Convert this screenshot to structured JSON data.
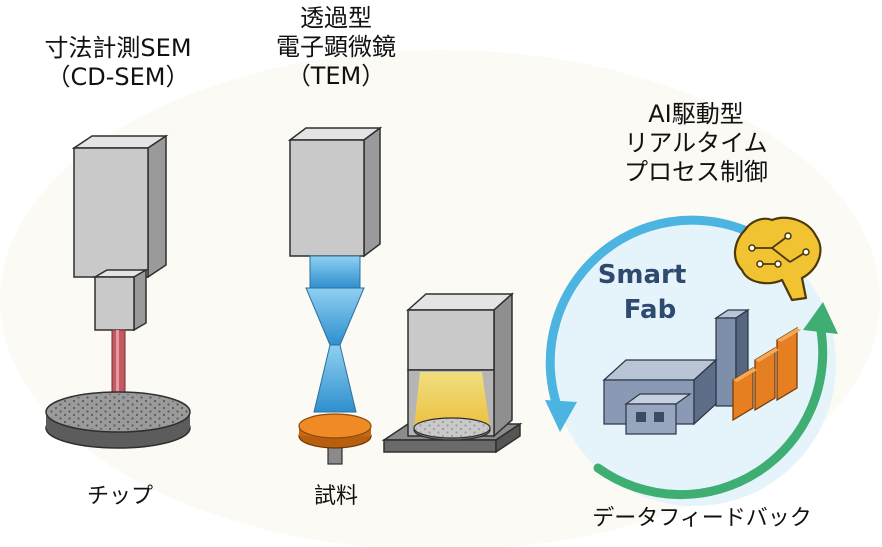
{
  "labels": {
    "cdsem_title_line1": "寸法計測SEM",
    "cdsem_title_line2": "（CD-SEM）",
    "tem_title_line1": "透過型",
    "tem_title_line2": "電子顕微鏡",
    "tem_title_line3": "（TEM）",
    "ai_title_line1": "AI駆動型",
    "ai_title_line2": "リアルタイム",
    "ai_title_line3": "プロセス制御",
    "chip_caption": "チップ",
    "sample_caption": "試料",
    "feedback_caption": "データフィードバック",
    "smart_fab_line1": "Smart",
    "smart_fab_line2": "Fab"
  },
  "icons": {
    "cdsem": "electron-column-icon",
    "wafer": "wafer-chip-icon",
    "tem": "tem-column-icon",
    "beam": "electron-beam-icon",
    "sample": "sample-disc-icon",
    "analyzer": "sample-chamber-icon",
    "brain": "ai-brain-icon",
    "factory": "factory-icon",
    "bars": "growth-bars-icon",
    "cycle": "feedback-cycle-arrows-icon"
  },
  "colors": {
    "column_light": "#d2d2d2",
    "column_mid": "#a8a8a8",
    "column_dark": "#7f7f7f",
    "outline": "#2f2f2f",
    "laser": "#b84a55",
    "beam_blue": "#4aa6da",
    "orange": "#e67e22",
    "yellow_glow": "#f5d84a",
    "brain_yellow": "#f1c232",
    "cycle_blue": "#4bb4e0",
    "cycle_green": "#3fae72",
    "cycle_fill": "#dff1fa",
    "smart_fab_text": "#2e4a6e",
    "factory_blue": "#6d7f9e"
  }
}
